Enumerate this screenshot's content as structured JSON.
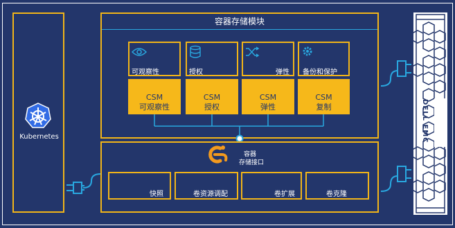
{
  "module": {
    "title": "容器存储模块"
  },
  "kubernetes": {
    "label": "Kubernetes"
  },
  "feature_cards": [
    {
      "icon": "eye-icon",
      "label": "可观察性"
    },
    {
      "icon": "database-icon",
      "label": "授权"
    },
    {
      "icon": "shuffle-icon",
      "label": "弹性"
    },
    {
      "icon": "gear-icon",
      "label": "备份和保护"
    }
  ],
  "csm_cards": [
    {
      "line1": "CSM",
      "line2": "可观察性"
    },
    {
      "line1": "CSM",
      "line2": "授权"
    },
    {
      "line1": "CSM",
      "line2": "弹性"
    },
    {
      "line1": "CSM",
      "line2": "复制"
    }
  ],
  "csi": {
    "line1": "容器",
    "line2": "存储接口",
    "logo": "csi-logo"
  },
  "storage_functions": [
    {
      "label": "快照"
    },
    {
      "label": "卷资源调配"
    },
    {
      "label": "卷扩展"
    },
    {
      "label": "卷克隆"
    }
  ],
  "storage_array": {
    "brand": "DELL EMC"
  },
  "colors": {
    "background": "#23366b",
    "accent": "#f6b81a",
    "connector": "#29a8e0"
  }
}
